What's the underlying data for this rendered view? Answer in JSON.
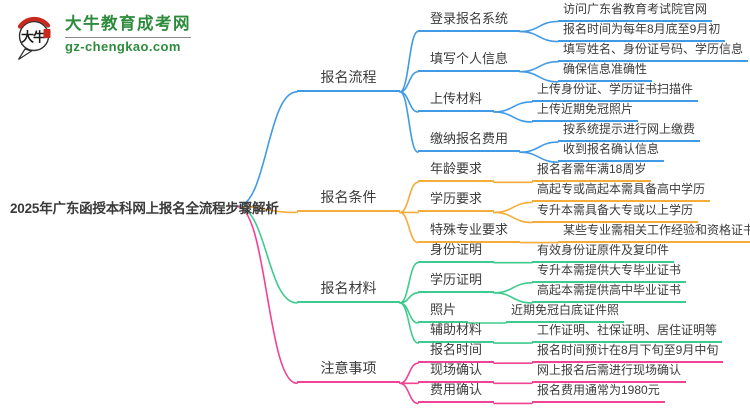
{
  "logo": {
    "icon_text": "大牛",
    "title": "大牛教育成考网",
    "domain": "gz-chengkao.com",
    "brand_color": "#2e8b3e",
    "seal_color": "#c9281e"
  },
  "mindmap": {
    "root": "2025年广东函授本科网上报名全流程步骤解析",
    "branches": [
      {
        "label": "报名流程",
        "color": "#419ae6",
        "children": [
          {
            "label": "登录报名系统",
            "leaves": [
              "访问广东省教育考试院官网",
              "报名时间为每年8月底至9月初"
            ]
          },
          {
            "label": "填写个人信息",
            "leaves": [
              "填写姓名、身份证号码、学历信息",
              "确保信息准确性"
            ]
          },
          {
            "label": "上传材料",
            "leaves": [
              "上传身份证、学历证书扫描件",
              "上传近期免冠照片"
            ]
          },
          {
            "label": "缴纳报名费用",
            "leaves": [
              "按系统提示进行网上缴费",
              "收到报名确认信息"
            ]
          }
        ]
      },
      {
        "label": "报名条件",
        "color": "#f6ac3a",
        "children": [
          {
            "label": "年龄要求",
            "leaves": [
              "报名者需年满18周岁"
            ]
          },
          {
            "label": "学历要求",
            "leaves": [
              "高起专或高起本需具备高中学历",
              "专升本需具备大专或以上学历"
            ]
          },
          {
            "label": "特殊专业要求",
            "leaves": [
              "某些专业需相关工作经验和资格证书"
            ]
          }
        ]
      },
      {
        "label": "报名材料",
        "color": "#3fcb8e",
        "children": [
          {
            "label": "身份证明",
            "leaves": [
              "有效身份证原件及复印件"
            ]
          },
          {
            "label": "学历证明",
            "leaves": [
              "专升本需提供大专毕业证书",
              "高起本需提供高中毕业证书"
            ]
          },
          {
            "label": "照片",
            "leaves": [
              "近期免冠白底证件照"
            ]
          },
          {
            "label": "辅助材料",
            "leaves": [
              "工作证明、社保证明、居住证明等"
            ]
          }
        ]
      },
      {
        "label": "注意事项",
        "color": "#f04393",
        "children": [
          {
            "label": "报名时间",
            "leaves": [
              "报名时间预计在8月下旬至9月中旬"
            ]
          },
          {
            "label": "现场确认",
            "leaves": [
              "网上报名后需进行现场确认"
            ]
          },
          {
            "label": "费用确认",
            "leaves": [
              "报名费用通常为1980元"
            ]
          }
        ]
      }
    ]
  }
}
